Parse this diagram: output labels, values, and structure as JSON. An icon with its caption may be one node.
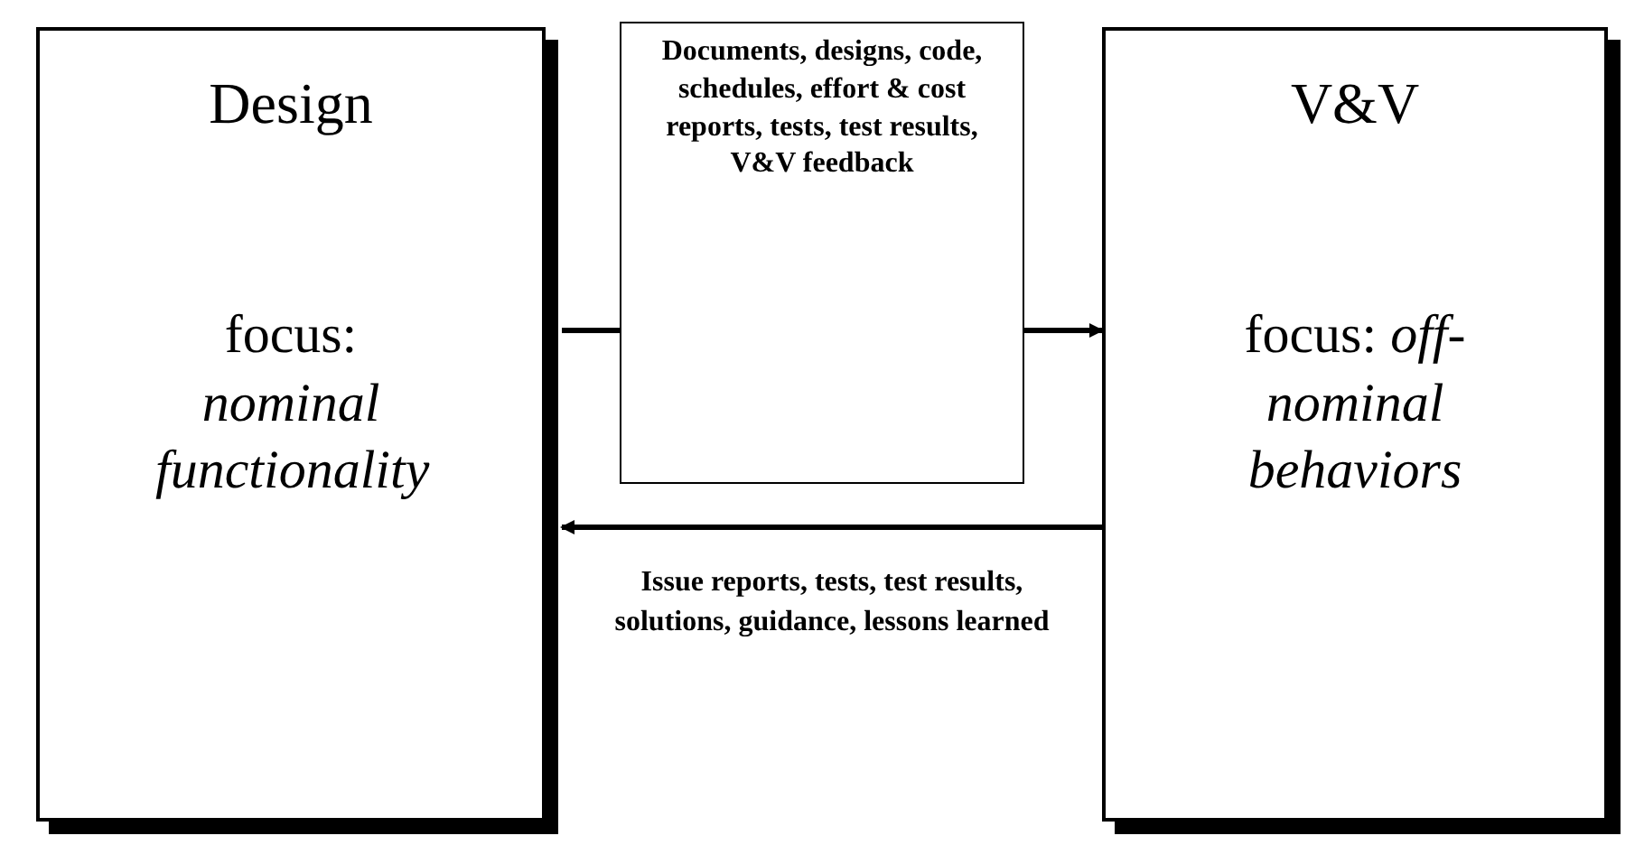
{
  "diagram": {
    "nodes": [
      {
        "text": [
          "Design",
          "focus: *nominal functionality*"
        ]
      },
      {
        "text": [
          "Documents, designs, code, schedules, effort & cost reports, tests, test results, V&V feedback"
        ]
      },
      {
        "text": [
          "V&V",
          "focus: *off-nominal behaviors*"
        ]
      }
    ],
    "edges": [
      {
        "from": 0,
        "to": 1,
        "arrow": "none"
      },
      {
        "from": 1,
        "to": 2,
        "arrow": "to"
      },
      {
        "from": 2,
        "to": 0,
        "arrow": "to",
        "label": "Issue reports,  tests, test results, solutions, guidance, lessons learned"
      }
    ]
  }
}
